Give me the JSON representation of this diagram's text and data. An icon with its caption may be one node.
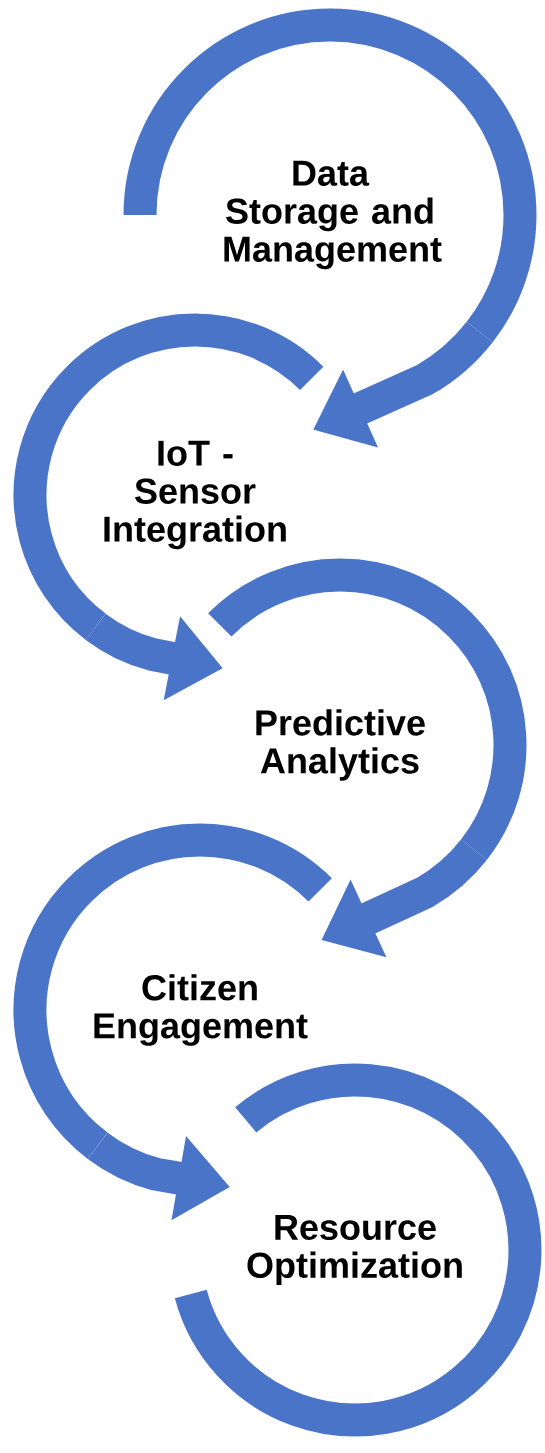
{
  "diagram": {
    "nodes": [
      {
        "text": [
          "Data Storage and Management"
        ]
      },
      {
        "text": [
          "IoT - Sensor Integration"
        ]
      },
      {
        "text": [
          "Predictive Analytics"
        ]
      },
      {
        "text": [
          "Citizen Engagement"
        ]
      },
      {
        "text": [
          "Resource Optimization"
        ]
      }
    ],
    "edges": [
      {
        "from": 0,
        "to": 1,
        "arrow": "to"
      },
      {
        "from": 1,
        "to": 2,
        "arrow": "to"
      },
      {
        "from": 2,
        "to": 3,
        "arrow": "to"
      },
      {
        "from": 3,
        "to": 4,
        "arrow": "to"
      }
    ]
  }
}
